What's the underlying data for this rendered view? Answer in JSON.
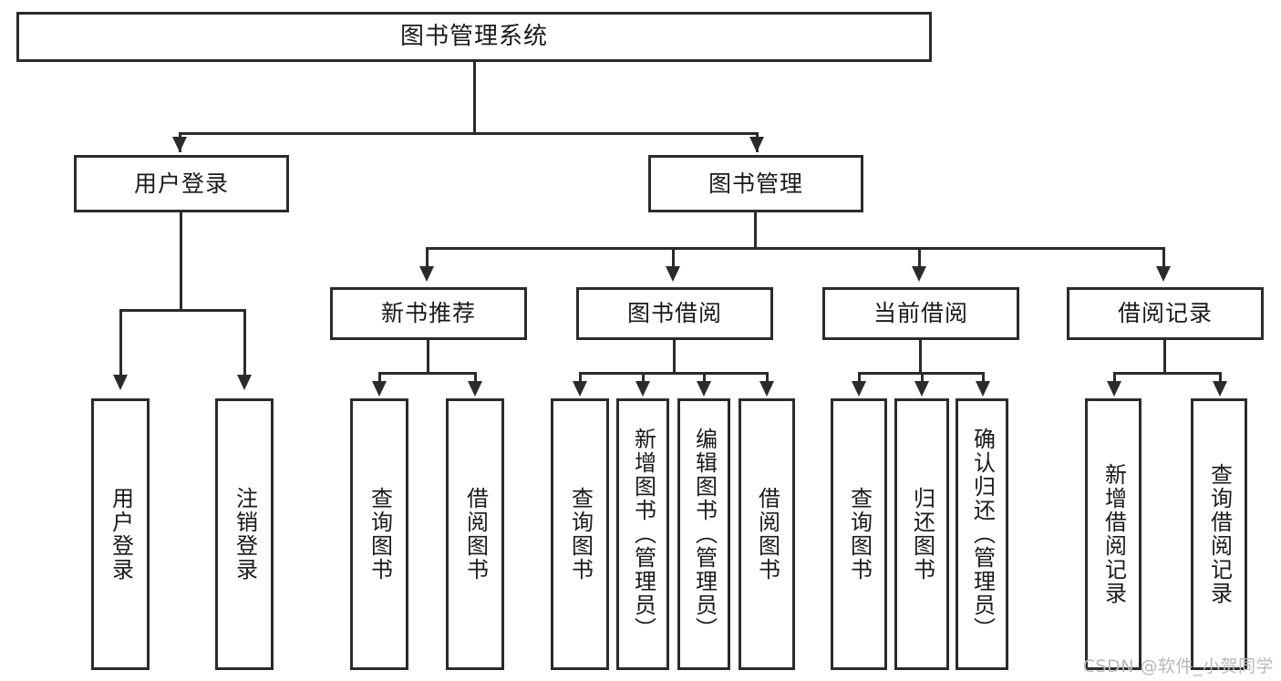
{
  "diagram": {
    "title": "图书管理系统",
    "watermark": "CSDN @软件_小贺同学",
    "accent_color": "#2b2b2b",
    "background_color": "#ffffff",
    "level2": {
      "user_login": "用户登录",
      "book_manage": "图书管理"
    },
    "level3": {
      "new_book_rec": "新书推荐",
      "book_borrow": "图书借阅",
      "current_borrow": "当前借阅",
      "borrow_record": "借阅记录"
    },
    "leaves": {
      "user_login_children": [
        "用户登录",
        "注销登录"
      ],
      "new_book_rec_children": [
        "查询图书",
        "借阅图书"
      ],
      "book_borrow_children": [
        "查询图书",
        "新增图书（管理员）",
        "编辑图书（管理员）",
        "借阅图书"
      ],
      "current_borrow_children": [
        "查询图书",
        "归还图书",
        "确认归还（管理员）"
      ],
      "borrow_record_children": [
        "新增借阅记录",
        "查询借阅记录"
      ]
    }
  }
}
